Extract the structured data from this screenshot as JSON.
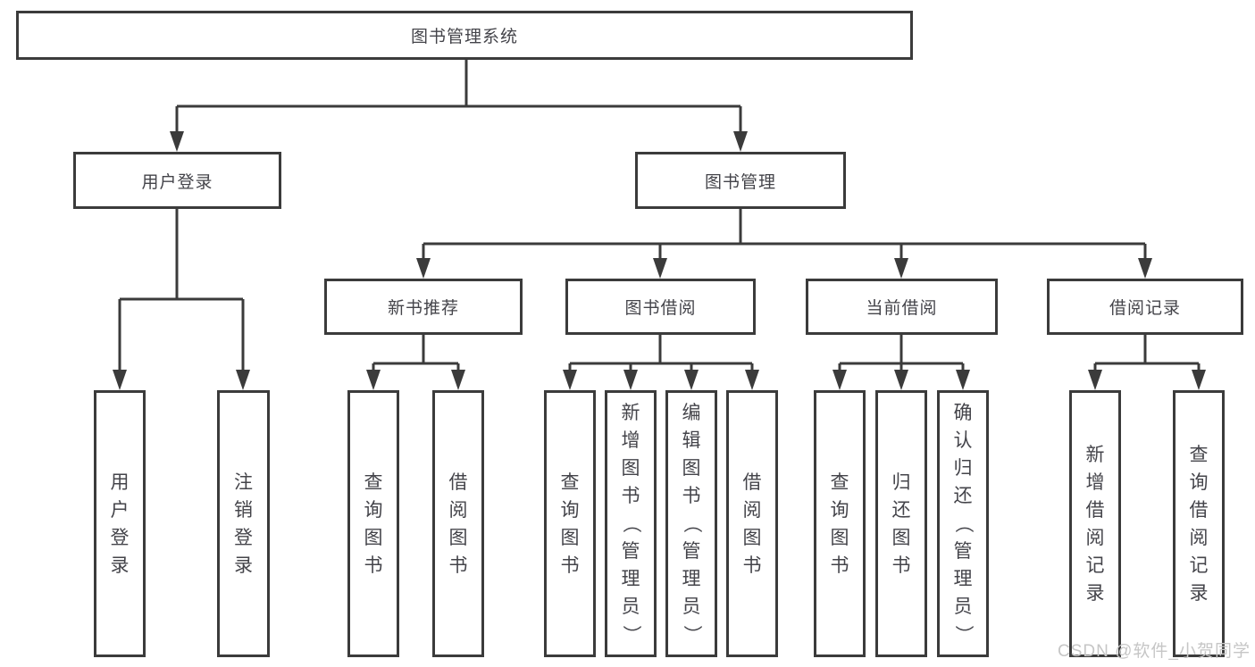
{
  "diagram": {
    "type": "tree",
    "root": {
      "label": "图书管理系统",
      "children": [
        {
          "label": "用户登录",
          "children": [
            {
              "label": "用户登录"
            },
            {
              "label": "注销登录"
            }
          ]
        },
        {
          "label": "图书管理",
          "children": [
            {
              "label": "新书推荐",
              "children": [
                {
                  "label": "查询图书"
                },
                {
                  "label": "借阅图书"
                }
              ]
            },
            {
              "label": "图书借阅",
              "children": [
                {
                  "label": "查询图书"
                },
                {
                  "label": "新增图书（管理员）"
                },
                {
                  "label": "编辑图书（管理员）"
                },
                {
                  "label": "借阅图书"
                }
              ]
            },
            {
              "label": "当前借阅",
              "children": [
                {
                  "label": "查询图书"
                },
                {
                  "label": "归还图书"
                },
                {
                  "label": "确认归还（管理员）"
                }
              ]
            },
            {
              "label": "借阅记录",
              "children": [
                {
                  "label": "新增借阅记录"
                },
                {
                  "label": "查询借阅记录"
                }
              ]
            }
          ]
        }
      ]
    },
    "watermark": "CSDN @软件_小贺同学",
    "colors": {
      "line": "#3b3b3b",
      "box_border": "#3b3b3b",
      "text": "#44444a",
      "watermark": "#c6c6c6",
      "background": "#ffffff"
    }
  }
}
